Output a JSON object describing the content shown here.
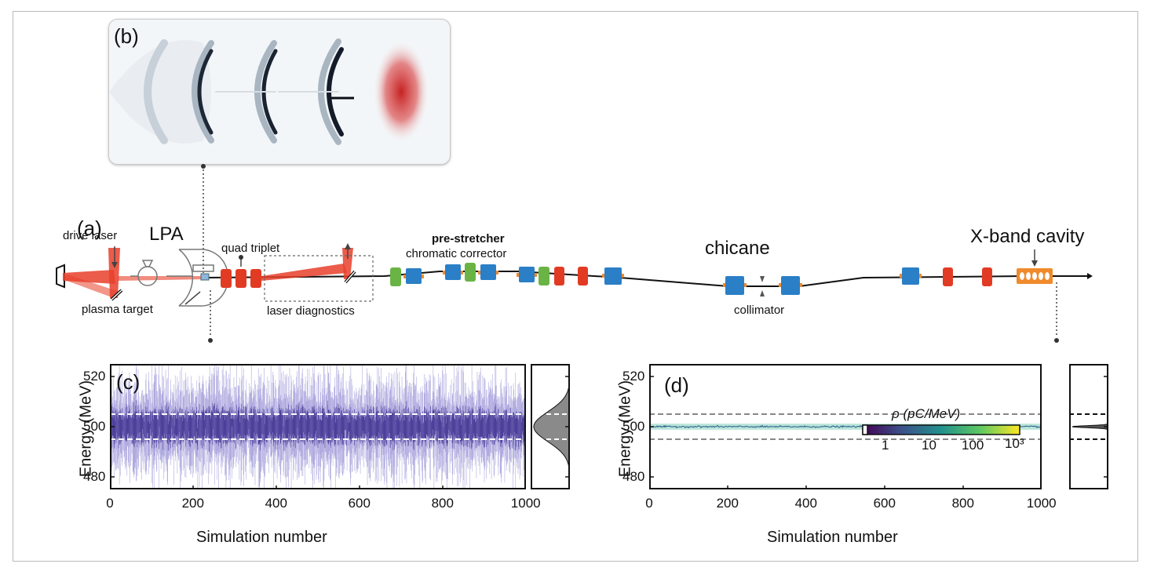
{
  "panels": {
    "a": "(a)",
    "b": "(b)",
    "c": "(c)",
    "d": "(d)"
  },
  "beamline": {
    "drive_laser": "drive laser",
    "lpa": "LPA",
    "quad_triplet": "quad triplet",
    "plasma_target": "plasma target",
    "laser_diagnostics": "laser diagnostics",
    "pre_stretcher": "pre-stretcher",
    "chromatic_corrector": "chromatic corrector",
    "chicane": "chicane",
    "collimator": "collimator",
    "xband": "X-band cavity"
  },
  "colors": {
    "laser": "#e8402a",
    "quad": "#e23b24",
    "dipole": "#2a7fc7",
    "sextupole": "#6ab445",
    "cavity": "#f08a2c",
    "bunch": "#4a3f9c"
  },
  "chart_data": [
    {
      "type": "line",
      "panel": "(c)",
      "xlabel": "Simulation number",
      "ylabel": "Energy (MeV)",
      "xlim": [
        0,
        1000
      ],
      "ylim": [
        475,
        525
      ],
      "xticks": [
        "0",
        "200",
        "400",
        "600",
        "800",
        "1000"
      ],
      "yticks": [
        "480",
        "500",
        "520"
      ],
      "reference_lines": [
        495,
        505
      ],
      "central_energy": 500,
      "typical_spread_rms": 5,
      "projection": "gaussian"
    },
    {
      "type": "line",
      "panel": "(d)",
      "xlabel": "Simulation number",
      "ylabel": "Energy (MeV)",
      "xlim": [
        0,
        1000
      ],
      "ylim": [
        475,
        525
      ],
      "xticks": [
        "0",
        "200",
        "400",
        "600",
        "800",
        "1000"
      ],
      "yticks": [
        "480",
        "500",
        "520"
      ],
      "reference_lines": [
        495,
        505
      ],
      "central_energy": 500,
      "typical_spread_rms": 0.4,
      "colorbar": {
        "label": "ρ (pC/MeV)",
        "ticks": [
          "1",
          "10",
          "100",
          "10³"
        ]
      }
    }
  ]
}
